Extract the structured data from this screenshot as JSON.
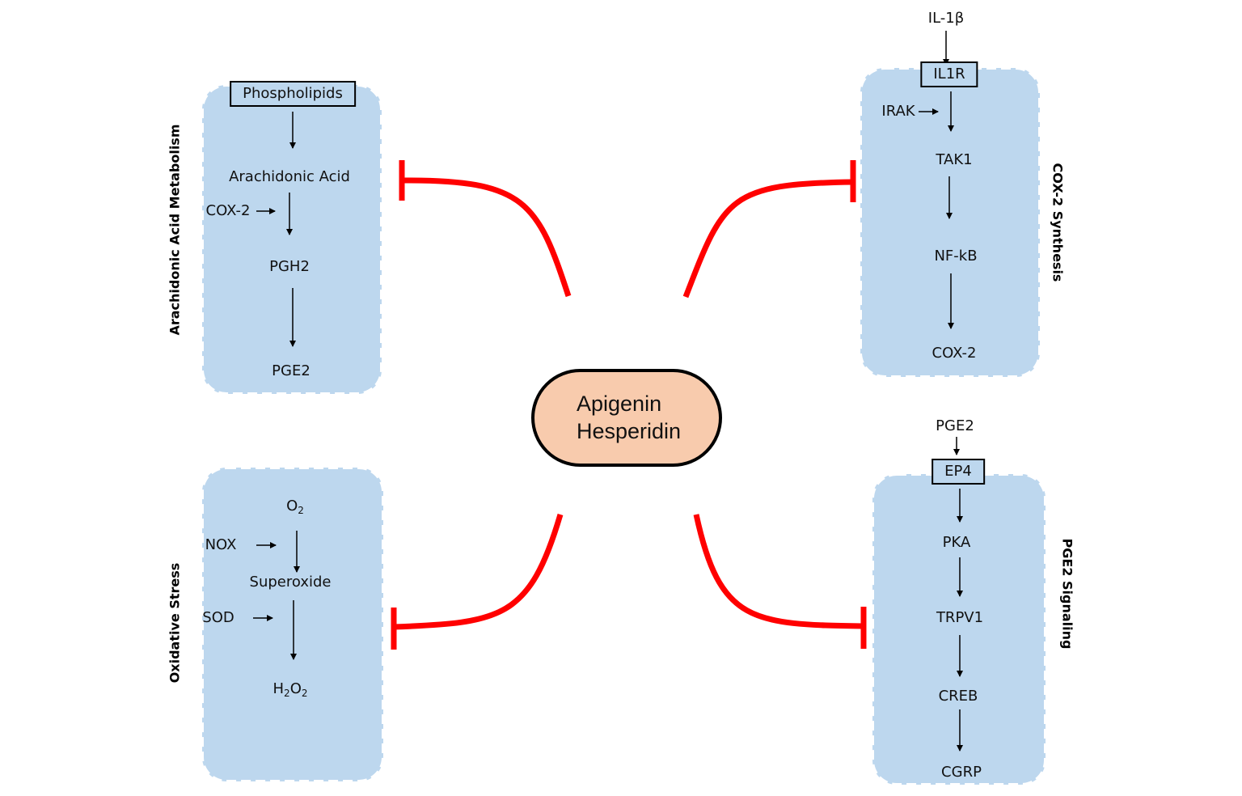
{
  "center": {
    "line1": "Apigenin",
    "line2": "Hesperidin"
  },
  "panels": {
    "arachidonic": {
      "title": "Arachidonic Acid Metabolism",
      "phospholipids": "Phospholipids",
      "arachidonic_acid": "Arachidonic Acid",
      "enzyme": "COX-2",
      "pgh2": "PGH2",
      "pge2": "PGE2"
    },
    "cox2": {
      "title": "COX-2 Synthesis",
      "il1b": "IL-1β",
      "il1r": "IL1R",
      "irak": "IRAK",
      "tak1": "TAK1",
      "nfkb": "NF-kB",
      "cox2": "COX-2"
    },
    "oxidative": {
      "title": "Oxidative Stress",
      "o2_base": "O",
      "o2_sub": "2",
      "nox": "NOX",
      "superoxide": "Superoxide",
      "sod": "SOD",
      "h2o2_h": "H",
      "h2o2_sub1": "2",
      "h2o2_o": "O",
      "h2o2_sub2": "2"
    },
    "pge2sig": {
      "title": "PGE2 Signaling",
      "pge2": "PGE2",
      "ep4": "EP4",
      "pka": "PKA",
      "trpv1": "TRPV1",
      "creb": "CREB",
      "cgrp": "CGRP"
    }
  },
  "colors": {
    "panel_fill": "#bdd7ee",
    "inhibition": "#ff0000",
    "center_fill": "#f8cbad"
  }
}
